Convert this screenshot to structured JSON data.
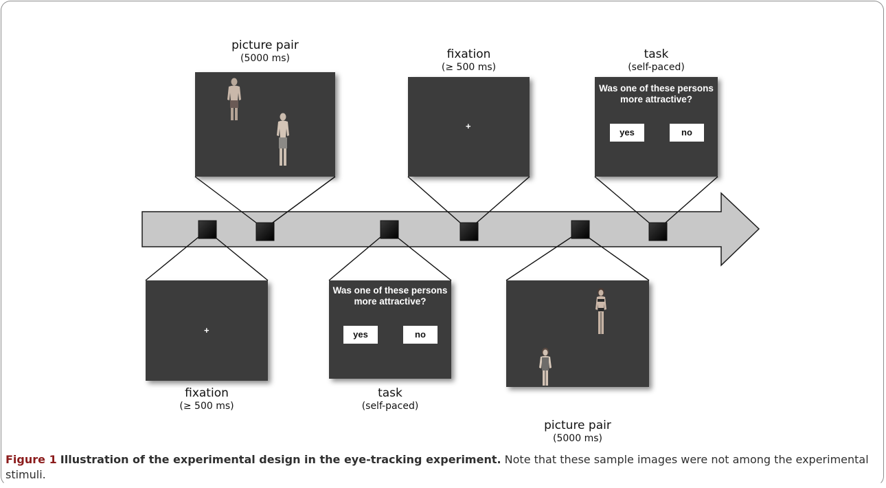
{
  "caption": {
    "label": "Figure 1",
    "title": "Illustration of the experimental design in the eye-tracking experiment.",
    "text": "Note that these sample images were not among the experimental stimuli."
  },
  "screens": {
    "top_picture_pair": {
      "name": "picture pair",
      "duration": "(5000 ms)"
    },
    "top_fixation": {
      "name": "fixation",
      "duration": "(≥ 500 ms)",
      "cross": "+"
    },
    "top_task": {
      "name": "task",
      "duration": "(self-paced)",
      "question": "Was one of these persons more attractive?",
      "yes": "yes",
      "no": "no"
    },
    "bottom_fixation": {
      "name": "fixation",
      "duration": "(≥ 500 ms)",
      "cross": "+"
    },
    "bottom_task": {
      "name": "task",
      "duration": "(self-paced)",
      "question": "Was one of these persons more attractive?",
      "yes": "yes",
      "no": "no"
    },
    "bottom_picture_pair": {
      "name": "picture pair",
      "duration": "(5000 ms)"
    }
  },
  "colors": {
    "screen": "#3c3c3c",
    "arrow": "#c8c8c8",
    "caption_label": "#8b1c1c"
  }
}
